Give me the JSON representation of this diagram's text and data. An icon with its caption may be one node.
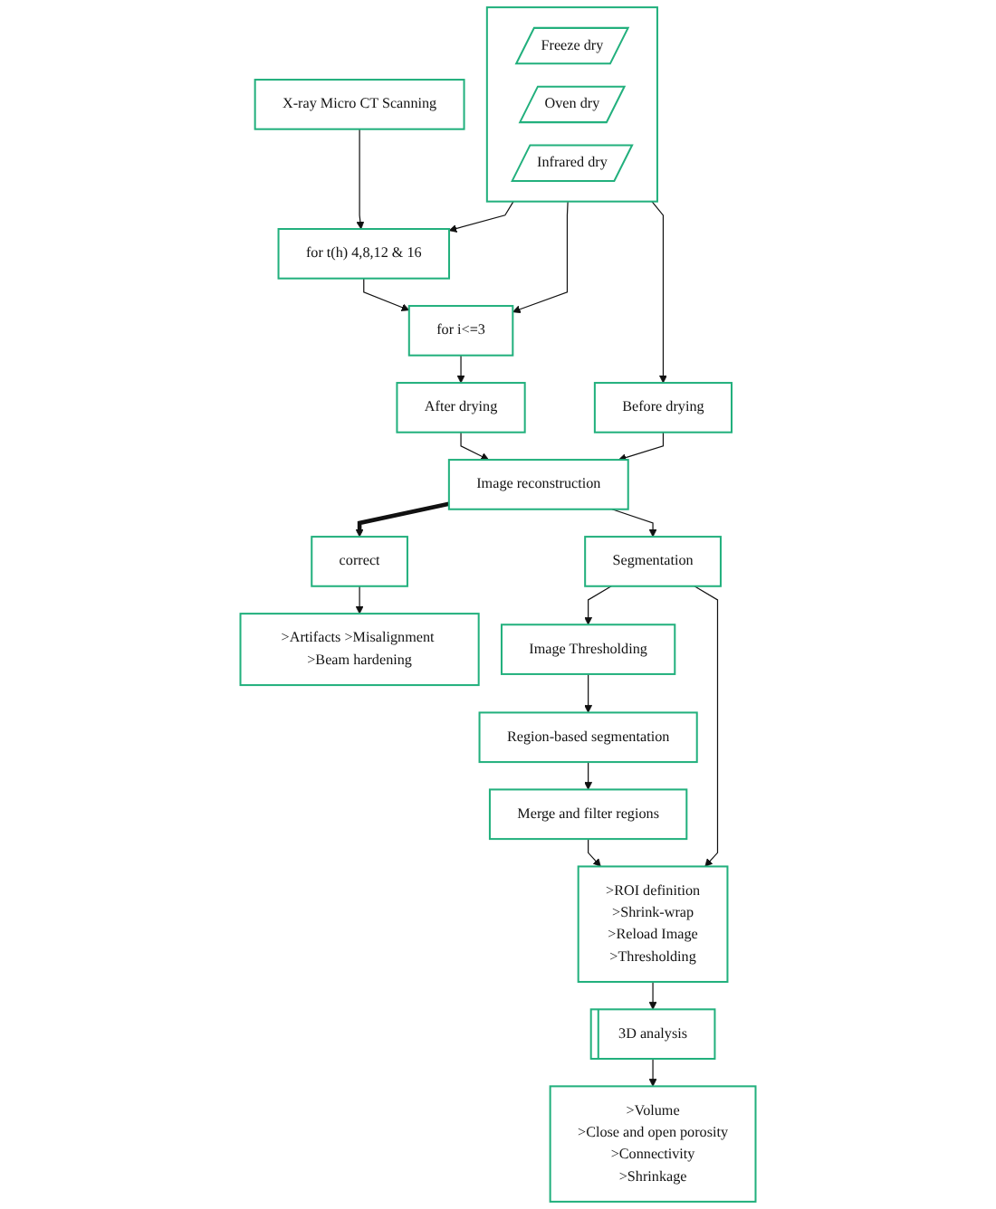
{
  "diagram": {
    "nodes": [
      {
        "text": [
          "X-ray Micro CT Scanning"
        ]
      },
      {
        "text": [],
        "shape": "box"
      },
      {
        "text": [
          "Freeze dry"
        ],
        "in": 1
      },
      {
        "text": [
          "Oven dry"
        ],
        "in": 1
      },
      {
        "text": [
          "Infrared dry"
        ],
        "in": 1
      },
      {
        "text": [
          "for t(h) 4,8,12 & 16"
        ]
      },
      {
        "text": [
          "for i<=3"
        ]
      },
      {
        "text": [
          "Before drying"
        ]
      },
      {
        "text": [
          "After drying"
        ]
      },
      {
        "text": [
          "Image reconstruction"
        ]
      },
      {
        "text": [
          "correct"
        ]
      },
      {
        "text": [
          ">Artifacts >Misalignment >Beam hardening"
        ]
      },
      {
        "text": [
          "Segmentation"
        ]
      },
      {
        "text": [
          "Image Thresholding"
        ]
      },
      {
        "text": [
          ">ROI definition",
          ">Shrink-wrap",
          ">Reload Image",
          ">Thresholding"
        ]
      },
      {
        "text": [
          "Region-based segmentation"
        ]
      },
      {
        "text": [
          "Merge and filter regions"
        ]
      },
      {
        "text": [
          "3D analysis"
        ]
      },
      {
        "text": [
          ">Volume",
          ">Close and open porosity",
          ">Connectivity",
          ">Shrinkage"
        ]
      }
    ],
    "edges": [
      {
        "from": 0,
        "to": 5,
        "arrow": "to"
      },
      {
        "from": 1,
        "to": 5,
        "arrow": "to"
      },
      {
        "from": 5,
        "to": 6,
        "arrow": "to"
      },
      {
        "from": 1,
        "to": 6,
        "arrow": "to"
      },
      {
        "from": 1,
        "to": 7,
        "arrow": "to"
      },
      {
        "from": 6,
        "to": 8,
        "arrow": "to"
      },
      {
        "from": 7,
        "to": 9,
        "arrow": "to"
      },
      {
        "from": 8,
        "to": 9,
        "arrow": "to"
      },
      {
        "from": 9,
        "to": 10,
        "arrow": "to",
        "style": "thick"
      },
      {
        "from": 10,
        "to": 11,
        "arrow": "to"
      },
      {
        "from": 9,
        "to": 12,
        "arrow": "to"
      },
      {
        "from": 12,
        "to": 13,
        "arrow": "to"
      },
      {
        "from": 12,
        "to": 14,
        "arrow": "to"
      },
      {
        "from": 13,
        "to": 15,
        "arrow": "to"
      },
      {
        "from": 15,
        "to": 16,
        "arrow": "to"
      },
      {
        "from": 16,
        "to": 14,
        "arrow": "to"
      },
      {
        "from": 14,
        "to": 17,
        "arrow": "to"
      },
      {
        "from": 17,
        "to": 18,
        "arrow": "to"
      }
    ]
  }
}
